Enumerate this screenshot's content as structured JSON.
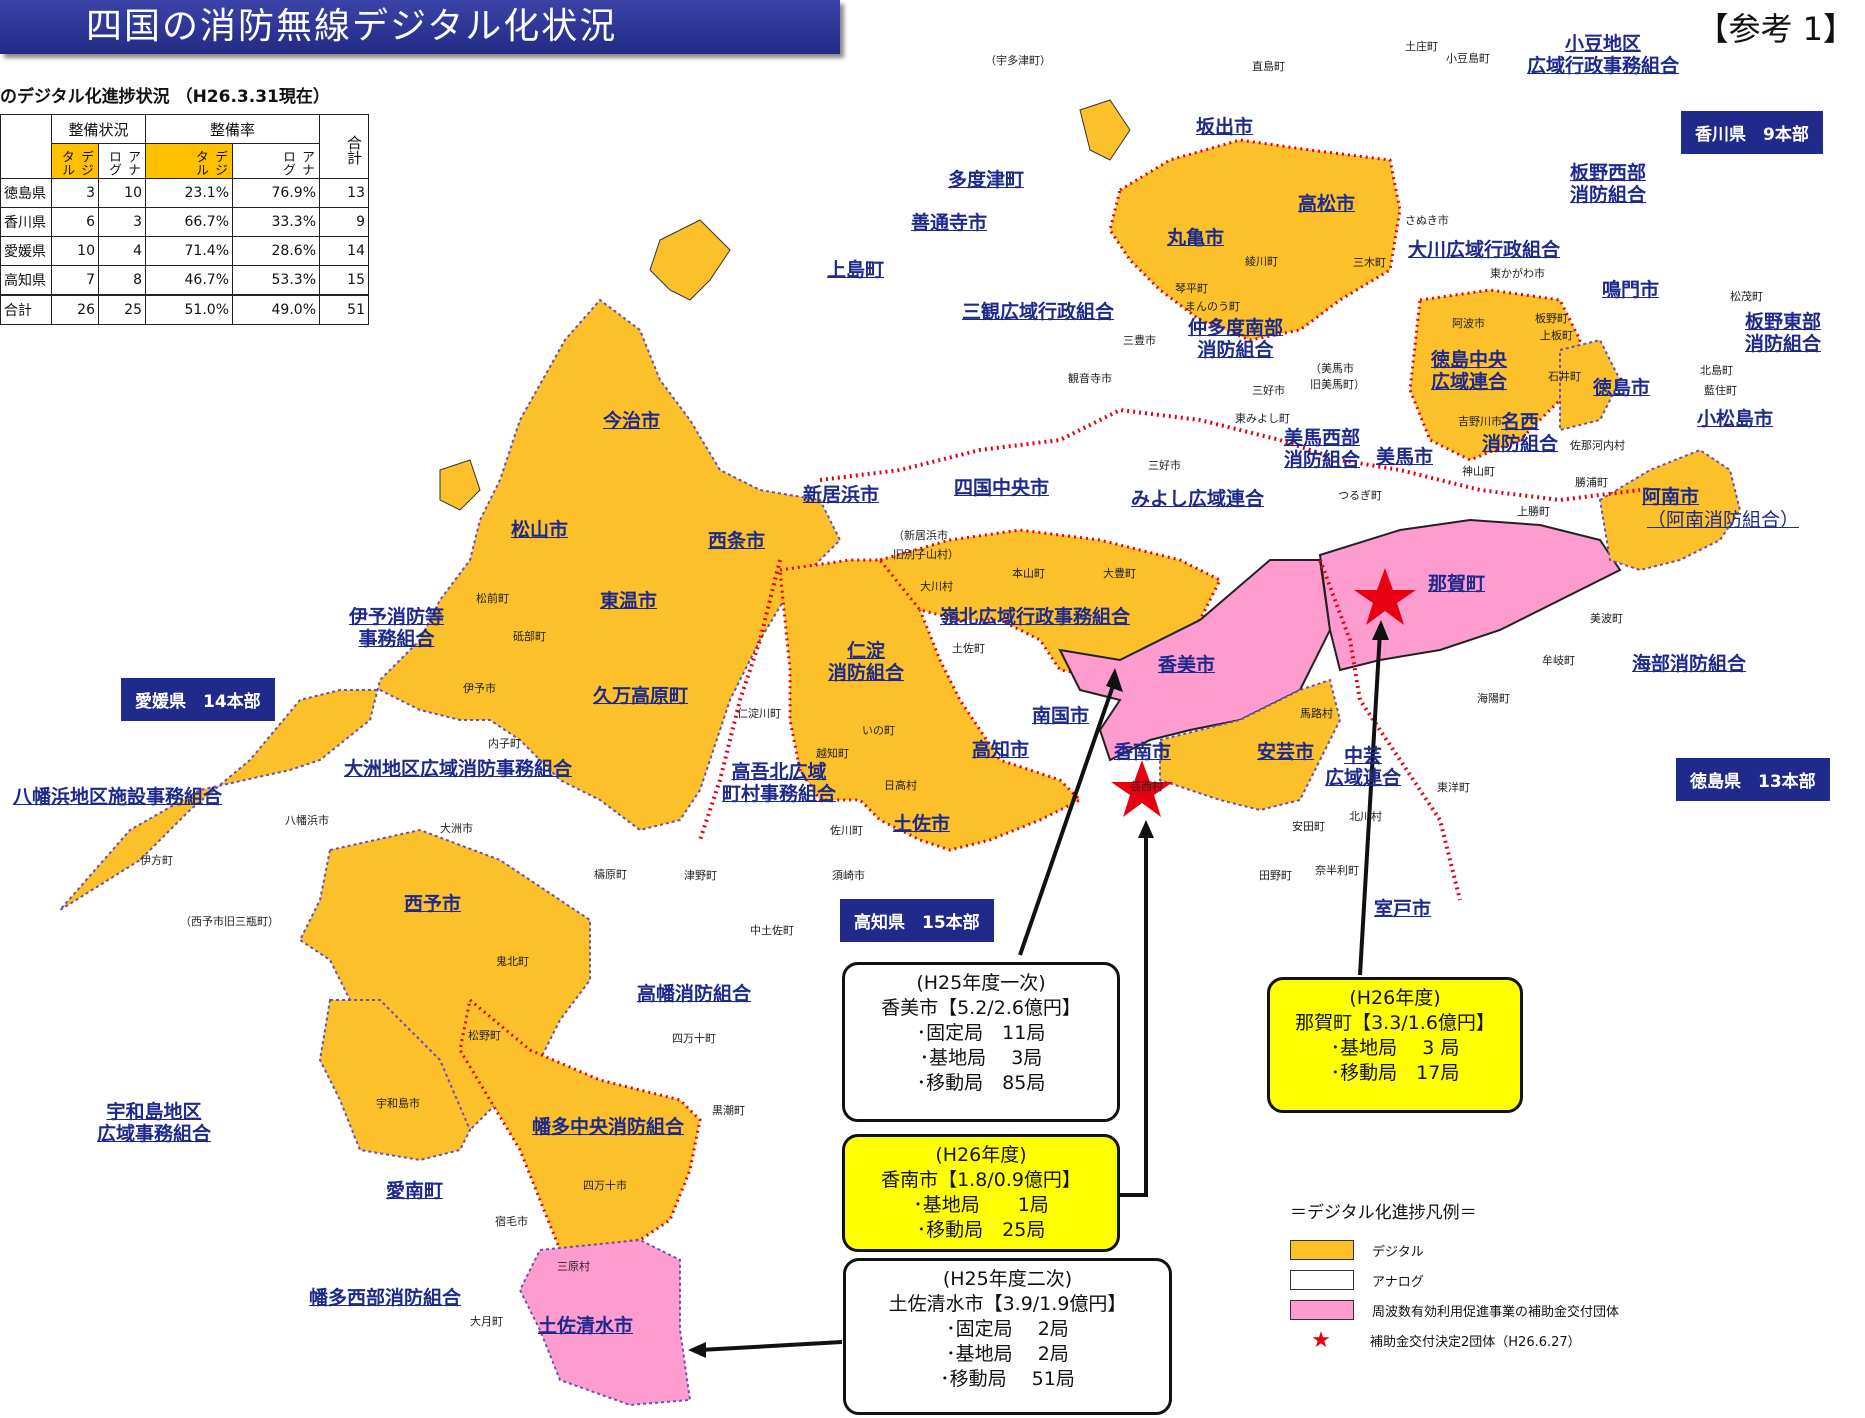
{
  "title": "四国の消防無線デジタル化状況",
  "reference": "【参考 1】",
  "table": {
    "title": "のデジタル化進捗状況 （H26.3.31現在）",
    "group_status": "整備状況",
    "group_rate": "整備率",
    "col_digital": "デジタル",
    "col_analog": "アナログ",
    "col_digital_rate": "デジタル",
    "col_analog_rate": "アナログ",
    "col_total": "合計",
    "rows": [
      {
        "pref": "徳島県",
        "digital": "3",
        "analog": "10",
        "digital_rate": "23.1%",
        "analog_rate": "76.9%",
        "total": "13"
      },
      {
        "pref": "香川県",
        "digital": "6",
        "analog": "3",
        "digital_rate": "66.7%",
        "analog_rate": "33.3%",
        "total": "9"
      },
      {
        "pref": "愛媛県",
        "digital": "10",
        "analog": "4",
        "digital_rate": "71.4%",
        "analog_rate": "28.6%",
        "total": "14"
      },
      {
        "pref": "高知県",
        "digital": "7",
        "analog": "8",
        "digital_rate": "46.7%",
        "analog_rate": "53.3%",
        "total": "15"
      }
    ],
    "total_row": {
      "pref": "合計",
      "digital": "26",
      "analog": "25",
      "digital_rate": "51.0%",
      "analog_rate": "49.0%",
      "total": "51"
    }
  },
  "headquarters": {
    "kagawa": "香川県　9本部",
    "ehime": "愛媛県　14本部",
    "tokushima": "徳島県　13本部",
    "kochi": "高知県　15本部"
  },
  "labels": {
    "shodoshima": "小豆地区\n広域行政事務組合",
    "sakaide": "坂出市",
    "takamatsu": "高松市",
    "tadotsu": "多度津町",
    "zentsuji": "善通寺市",
    "marugame": "丸亀市",
    "kamijima": "上島町",
    "itano_nishi": "板野西部\n消防組合",
    "okawa": "大川広域行政組合",
    "naruto": "鳴門市",
    "itano_higashi": "板野東部\n消防組合",
    "mitoyo": "三観広域行政組合",
    "nakatado": "仲多度南部\n消防組合",
    "tokushima_chuo": "徳島中央\n広域連合",
    "tokushima_city": "徳島市",
    "komatsushima": "小松島市",
    "imabari": "今治市",
    "mima_nishi": "美馬西部\n消防組合",
    "mima": "美馬市",
    "myozai": "名西\n消防組合",
    "niihama": "新居浜市",
    "shikokuchuo": "四国中央市",
    "miyoshi": "みよし広域連合",
    "anan": "阿南市",
    "anan_sub": "（阿南消防組合）",
    "matsuyama": "松山市",
    "saijo": "西条市",
    "naka": "那賀町",
    "toon": "東温市",
    "iyo": "伊予消防等\n事務組合",
    "reihoku": "嶺北広域行政事務組合",
    "niyodo": "仁淀\n消防組合",
    "kami": "香美市",
    "kaifu": "海部消防組合",
    "kumakogen": "久万高原町",
    "nankoku": "南国市",
    "kochi_city": "高知市",
    "ozu": "大洲地区広域消防事務組合",
    "takaoka_kita": "高吾北広域\n町村事務組合",
    "konan": "香南市",
    "aki": "安芸市",
    "chugei": "中芸\n広域連合",
    "yawatahama": "八幡浜地区施設事務組合",
    "tosa": "土佐市",
    "seiyo": "西予市",
    "muroto": "室戸市",
    "takahata": "高幡消防組合",
    "uwajima": "宇和島地区\n広域事務組合",
    "hata_chuo": "幡多中央消防組合",
    "ainan": "愛南町",
    "hata_nishi": "幡多西部消防組合",
    "tosashimizu": "土佐清水市"
  },
  "small_labels": [
    "（宇多津町）",
    "直島町",
    "土庄町",
    "小豆島町",
    "さぬき市",
    "綾川町",
    "三木町",
    "東かがわ市",
    "松茂町",
    "琴平町",
    "まんのう町",
    "阿波市",
    "板野町",
    "上板町",
    "三豊市",
    "北島町",
    "観音寺市",
    "（美馬市",
    "旧美馬町）",
    "三好市",
    "石井町",
    "藍住町",
    "東みよし町",
    "吉野川市",
    "佐那河内村",
    "神山町",
    "三好市",
    "勝浦町",
    "つるぎ町",
    "上勝町",
    "（新居浜市",
    "旧別子山村）",
    "大川村",
    "本山町",
    "大豊町",
    "美波町",
    "松前町",
    "砥部町",
    "土佐町",
    "牟岐町",
    "伊予市",
    "海陽町",
    "内子町",
    "仁淀川町",
    "馬路村",
    "いの町",
    "越知町",
    "芸西村",
    "東洋町",
    "日高村",
    "北川村",
    "八幡浜市",
    "大洲市",
    "佐川町",
    "安田町",
    "伊方町",
    "檮原町",
    "津野町",
    "須崎市",
    "田野町",
    "奈半利町",
    "（西予市旧三瓶町）",
    "中土佐町",
    "鬼北町",
    "四万十町",
    "松野町",
    "黒潮町",
    "宇和島市",
    "四万十市",
    "宿毛市",
    "三原村",
    "大月町"
  ],
  "callouts": {
    "kami": {
      "heading": "(H25年度一次)",
      "name": "香美市【5.2/2.6億円】",
      "lines": [
        "･固定局　11局",
        "･基地局　 3局",
        "･移動局　85局"
      ]
    },
    "konan": {
      "heading": "(H26年度)",
      "name": "香南市【1.8/0.9億円】",
      "lines": [
        "･基地局　　1局",
        "･移動局　25局"
      ]
    },
    "tosashimizu": {
      "heading": "(H25年度二次)",
      "name": "土佐清水市【3.9/1.9億円】",
      "lines": [
        "･固定局　 2局",
        "･基地局　 2局",
        "･移動局　 51局"
      ]
    },
    "naka": {
      "heading": "(H26年度)",
      "name": "那賀町【3.3/1.6億円】",
      "lines": [
        "･基地局　 3 局",
        "･移動局　17局"
      ]
    }
  },
  "legend": {
    "title": "＝デジタル化進捗凡例＝",
    "digital": "デジタル",
    "analog": "アナログ",
    "subsidy": "周波数有効利用促進事業の補助金交付団体",
    "star": "補助金交付決定2団体（H26.6.27）"
  },
  "colors": {
    "digital": "#fcc02a",
    "analog": "#ffffff",
    "subsidy": "#ff9ccf",
    "star": "#e60012",
    "title_bar": "#2a3190",
    "label_text": "#1d2a8c"
  }
}
